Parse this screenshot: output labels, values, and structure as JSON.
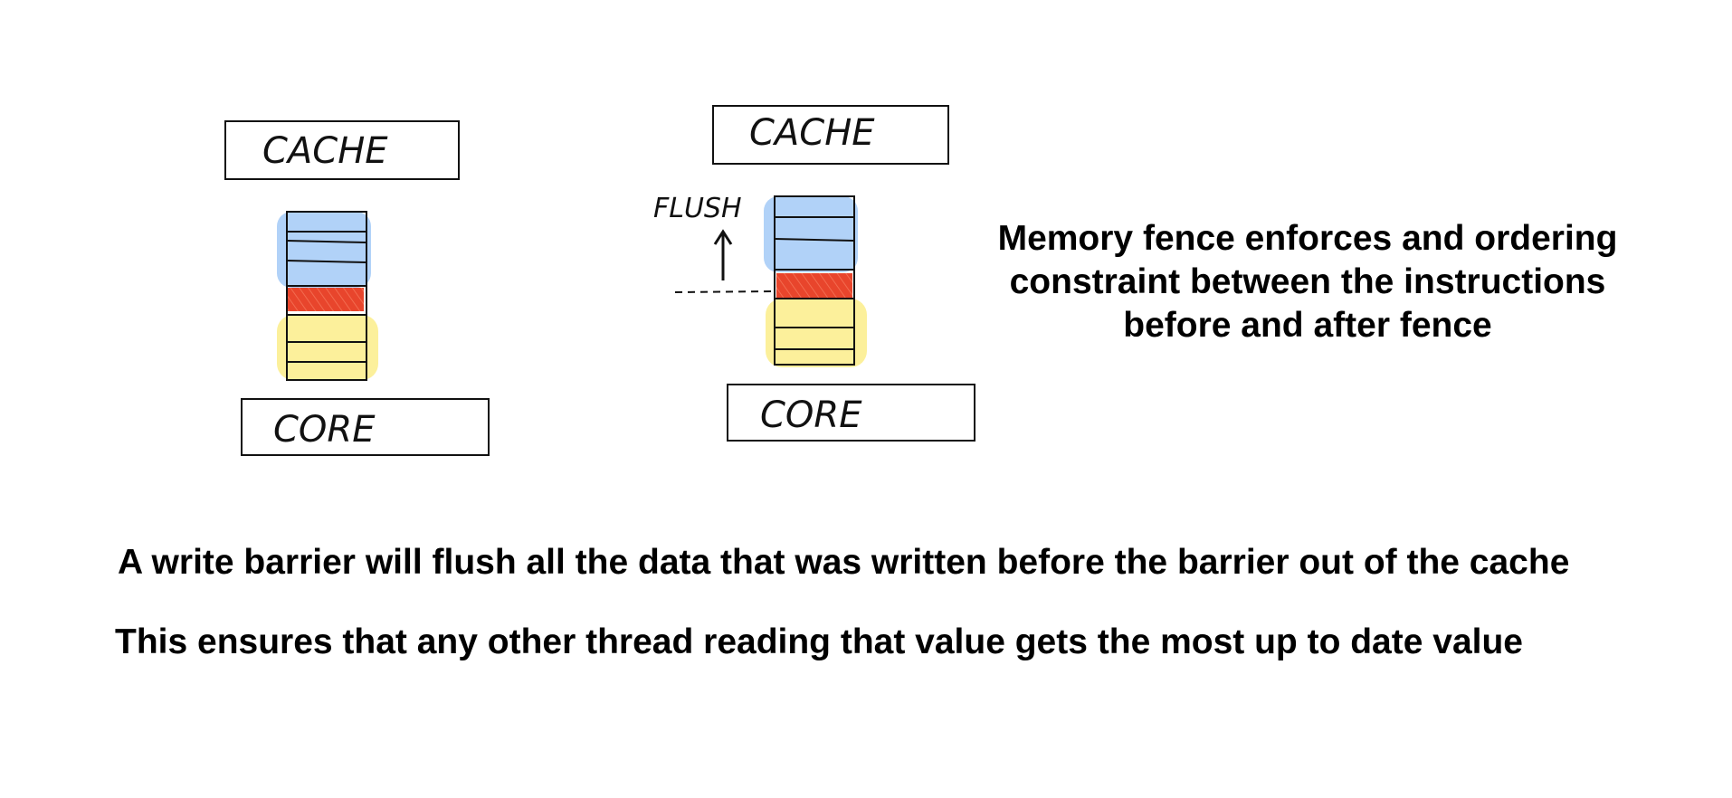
{
  "diagram": {
    "left": {
      "cache_label": "CACHE",
      "core_label": "CORE"
    },
    "right": {
      "cache_label": "CACHE",
      "core_label": "CORE",
      "flush_label": "FLUSH"
    },
    "colors": {
      "blue": "#a9cdf7",
      "red": "#e8452c",
      "yellow": "#fbed8a",
      "ink": "#111111"
    },
    "icons": [
      "up-arrow-icon",
      "dashed-fence-line"
    ]
  },
  "notes": {
    "fence": "Memory fence enforces and ordering constraint between the instructions before and after fence",
    "barrier": "A write barrier will flush all the data that was written before the barrier out of the cache",
    "ensures": "This ensures that any other thread reading that value gets the most up to date value"
  }
}
